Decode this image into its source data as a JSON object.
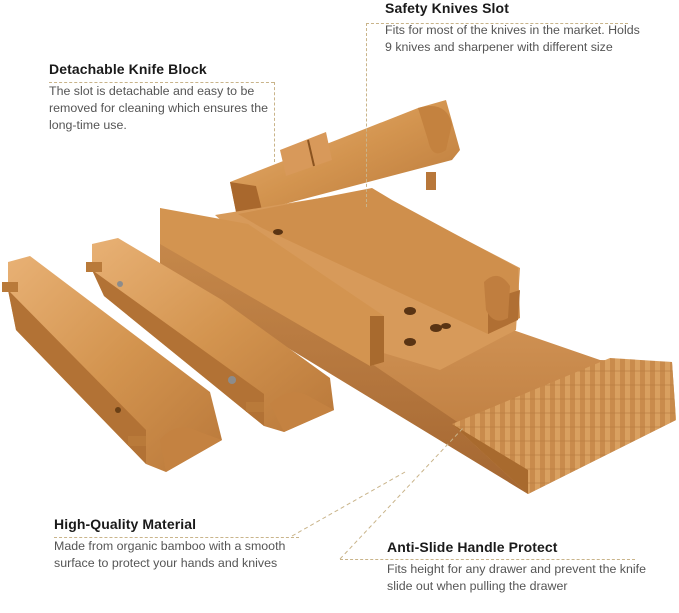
{
  "callouts": {
    "detachable": {
      "title": "Detachable Knife Block",
      "body": "The slot is detachable and easy to be removed for cleaning which ensures the long-time use."
    },
    "safety": {
      "title": "Safety Knives Slot",
      "body": "Fits for most of the knives in the market. Holds 9 knives and sharpener with different size"
    },
    "material": {
      "title": "High-Quality Material",
      "body": "Made from organic bamboo with a smooth surface to protect your hands and knives"
    },
    "antislide": {
      "title": "Anti-Slide Handle Protect",
      "body": "Fits height for any drawer and prevent the knife slide out when pulling the drawer"
    }
  },
  "colors": {
    "wood_light": "#e0a463",
    "wood_mid": "#c98a47",
    "wood_dark": "#a86a2e",
    "guide_line": "#c9b48a",
    "title_text": "#1a1a1a",
    "body_text": "#555555"
  }
}
